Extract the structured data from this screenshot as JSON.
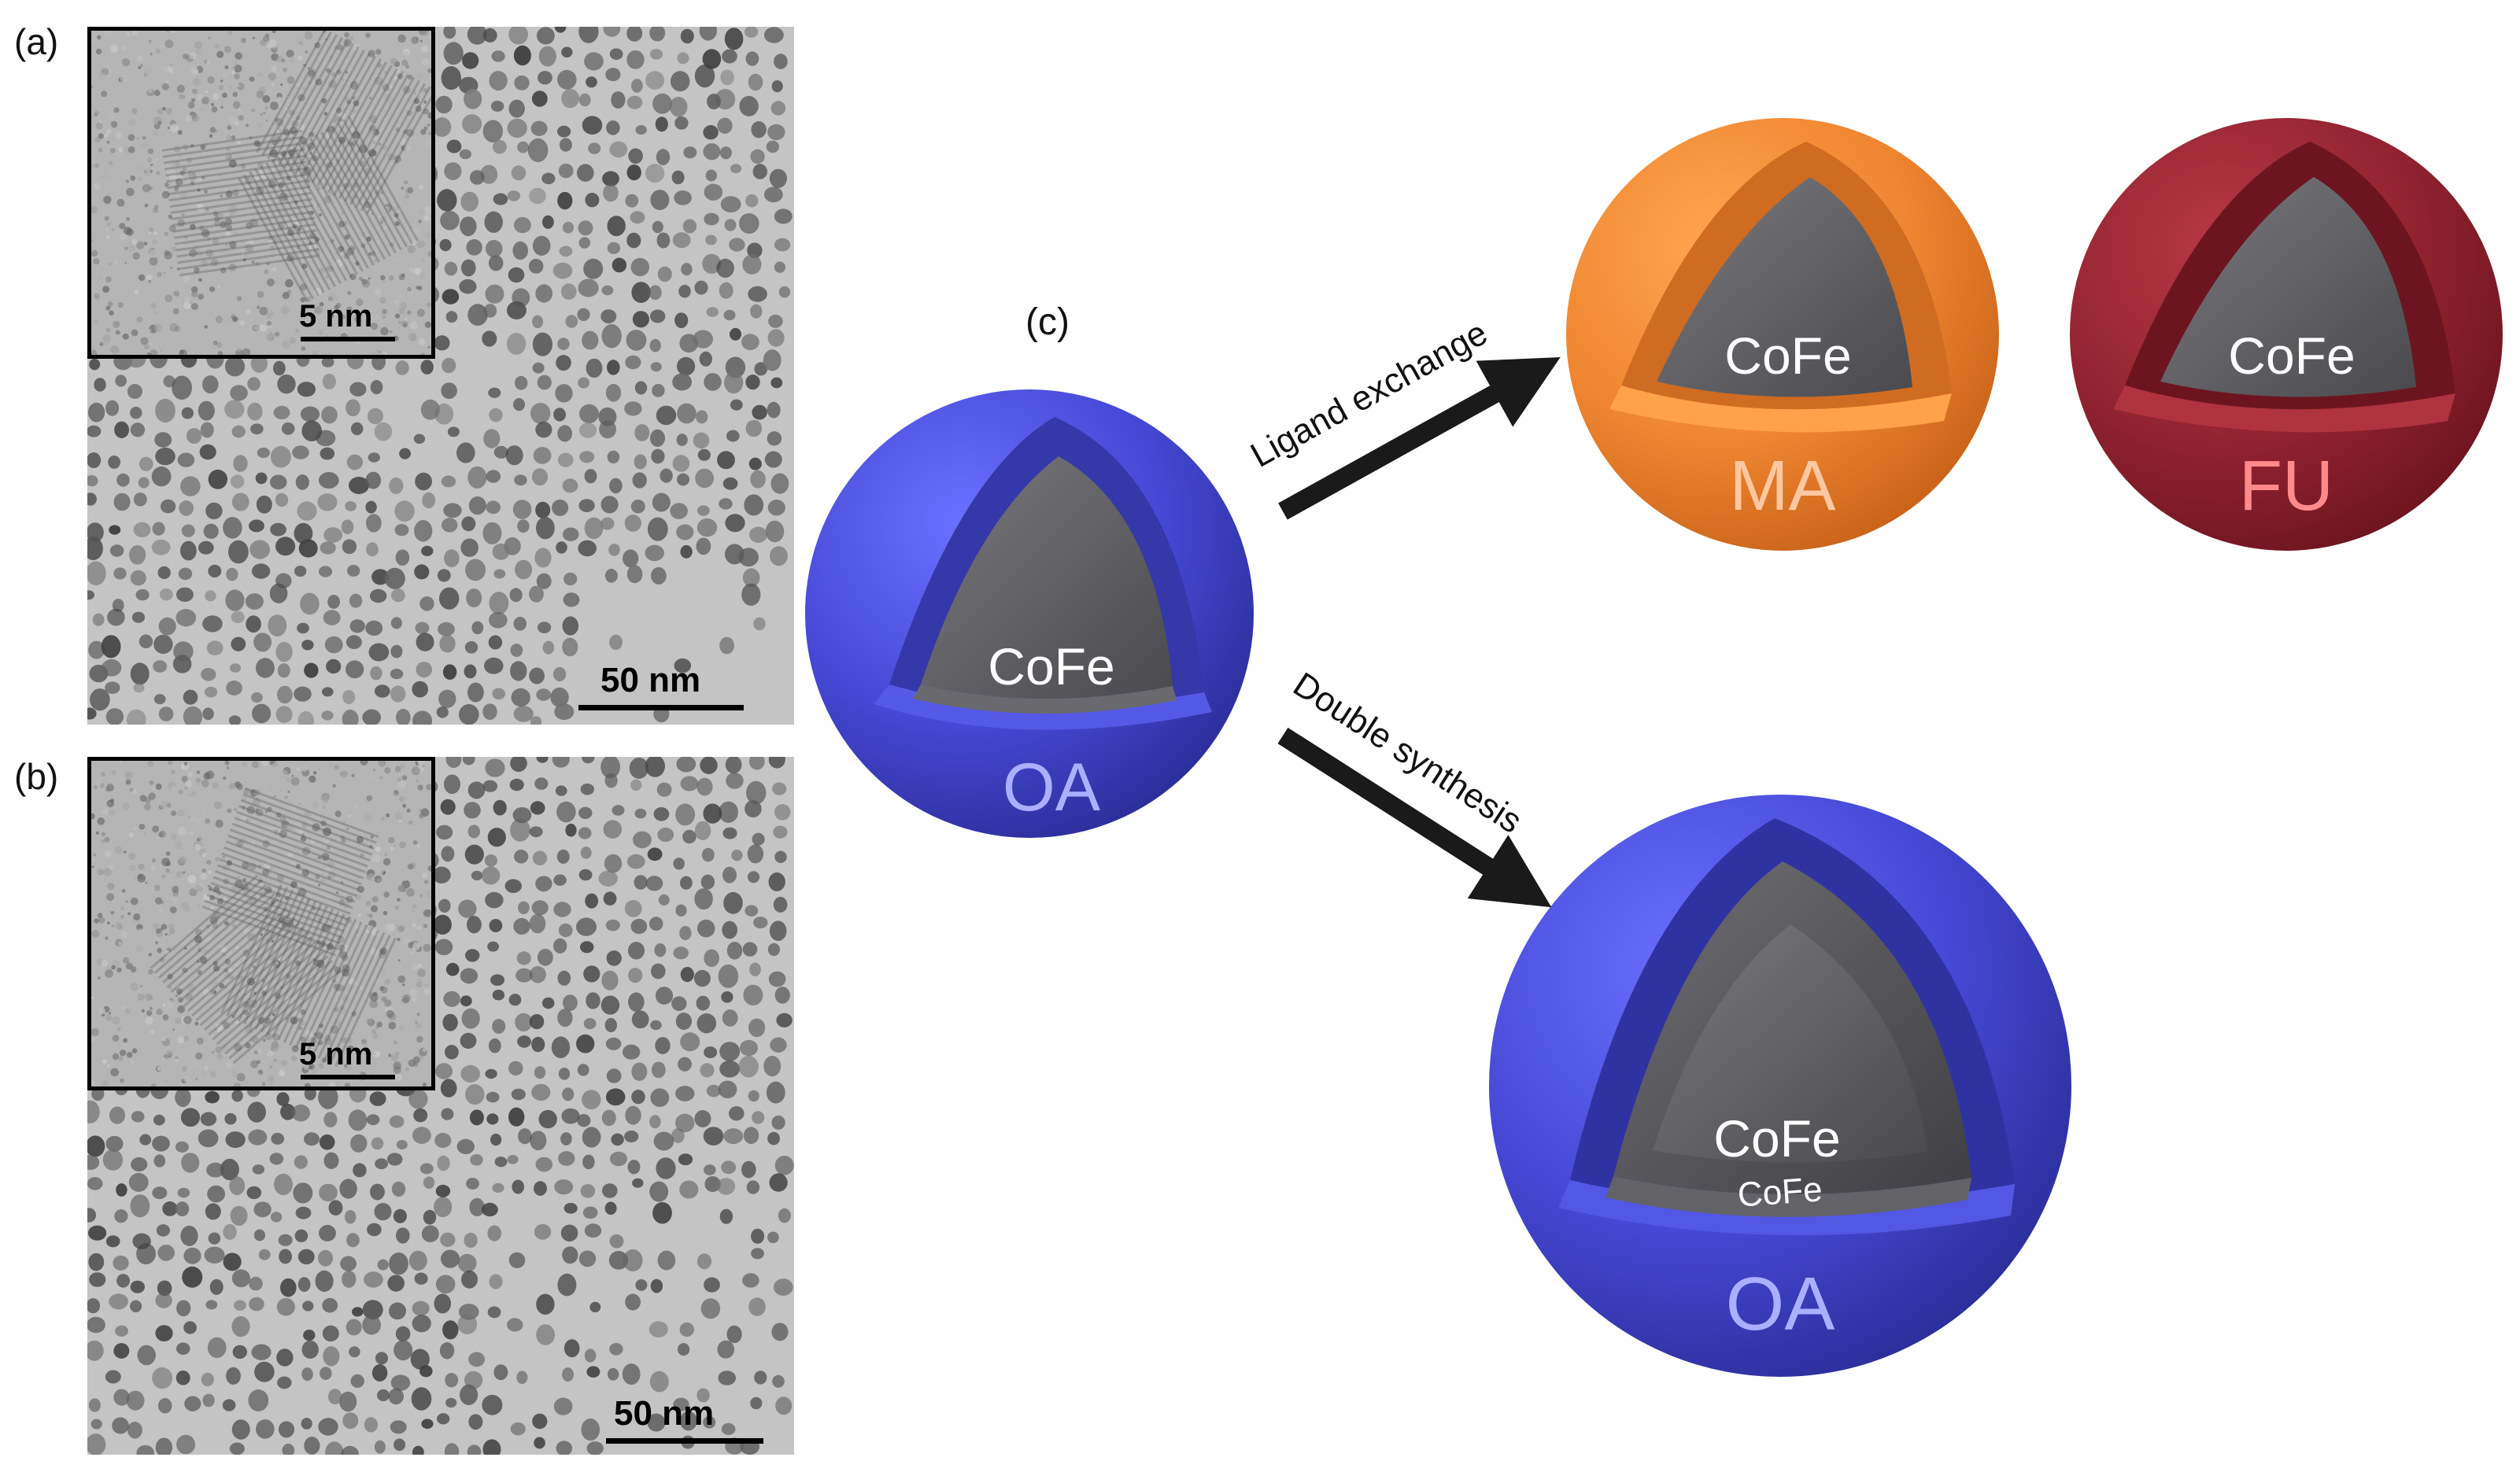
{
  "panels": {
    "a": {
      "label": "(a)",
      "scale_bar": "50 nm",
      "inset_scale_bar": "5 nm"
    },
    "b": {
      "label": "(b)",
      "scale_bar": "50 nm",
      "inset_scale_bar": "5 nm"
    },
    "c": {
      "label": "(c)"
    }
  },
  "particles": {
    "start": {
      "core": "CoFe",
      "shell": "OA",
      "shell_color": "#4a4fd8"
    },
    "ma": {
      "core": "CoFe",
      "shell": "MA",
      "shell_color": "#f08a30"
    },
    "fu": {
      "core": "CoFe",
      "shell": "FU",
      "shell_color": "#962530"
    },
    "double": {
      "core": "CoFe",
      "inner_core": "CoFe",
      "shell": "OA",
      "shell_color": "#4a4fd8"
    }
  },
  "arrows": {
    "ligand_exchange": "Ligand exchange",
    "double_synthesis": "Double synthesis"
  }
}
